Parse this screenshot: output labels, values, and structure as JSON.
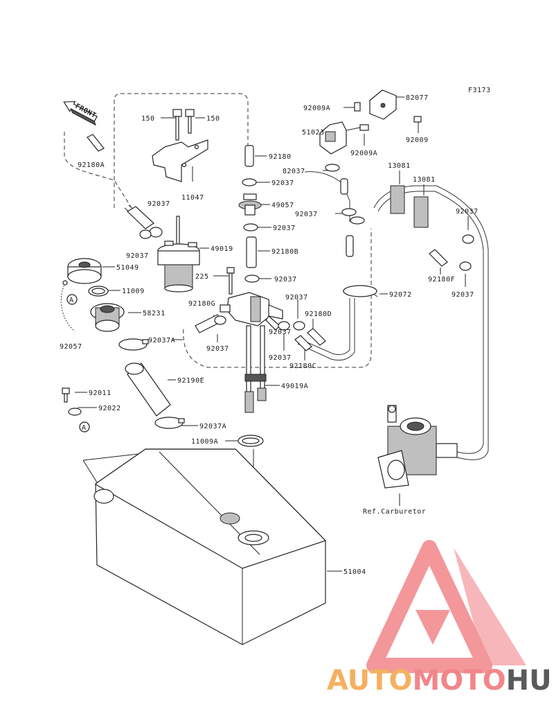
{
  "figure_code": "F3173",
  "front_label": "FRONT",
  "ref_label": "Ref.Carburetor",
  "callout": "A",
  "watermark": {
    "part1": "AUTO",
    "part2": "MOTO",
    "part3": "HUB",
    "color1": "#f5b060",
    "color2": "#f2868a",
    "color3": "#5a5a5a"
  },
  "parts": {
    "p150a": "150",
    "p150b": "150",
    "p11047": "11047",
    "p92180": "92180",
    "p92037_top": "92037",
    "p49057": "49057",
    "p92037_mid": "92037",
    "p92180B": "92180B",
    "p92037_225": "92037",
    "p225": "225",
    "p92180G": "92180G",
    "p92037_g": "92037",
    "p92037_v": "92037",
    "p49019A": "49019A",
    "p49019": "49019",
    "p92037_f1": "92037",
    "p92037_f2": "92037",
    "p92180A": "92180A",
    "p51049": "51049",
    "p11009": "11009",
    "p58231": "58231",
    "p92057": "92057",
    "p92037A_1": "92037A",
    "p92190E": "92190E",
    "p92011": "92011",
    "p92022": "92022",
    "p92037A_2": "92037A",
    "p11009A": "11009A",
    "p51004": "51004",
    "p92009A_1": "92009A",
    "p51023": "51023",
    "p92009A_2": "92009A",
    "p82077": "82077",
    "p92009": "92009",
    "p82037_top": "82037",
    "p92037_hose": "92037",
    "p13081a": "13081",
    "p13081b": "13081",
    "p92037_r1": "92037",
    "p92180F": "92180F",
    "p92037_r2": "92037",
    "p92072": "92072",
    "p92037_c": "92037",
    "p92180D": "92180D",
    "p92037_c2": "92037",
    "p92180C": "92180C"
  }
}
